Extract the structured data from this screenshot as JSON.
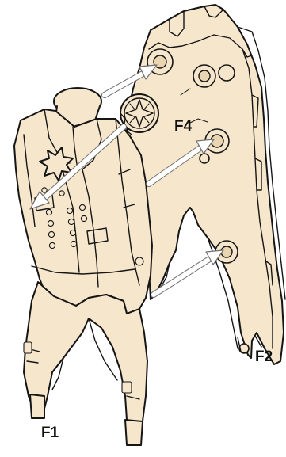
{
  "diagram": {
    "labels": {
      "f1": "F1",
      "f2": "F2",
      "f4": "F4"
    },
    "colors": {
      "part_fill": "#f6e6cc",
      "outline": "#151515",
      "arrow_fill": "#ffffff",
      "arrow_edge": "#6f6f6f",
      "background": "#ffffff"
    }
  }
}
